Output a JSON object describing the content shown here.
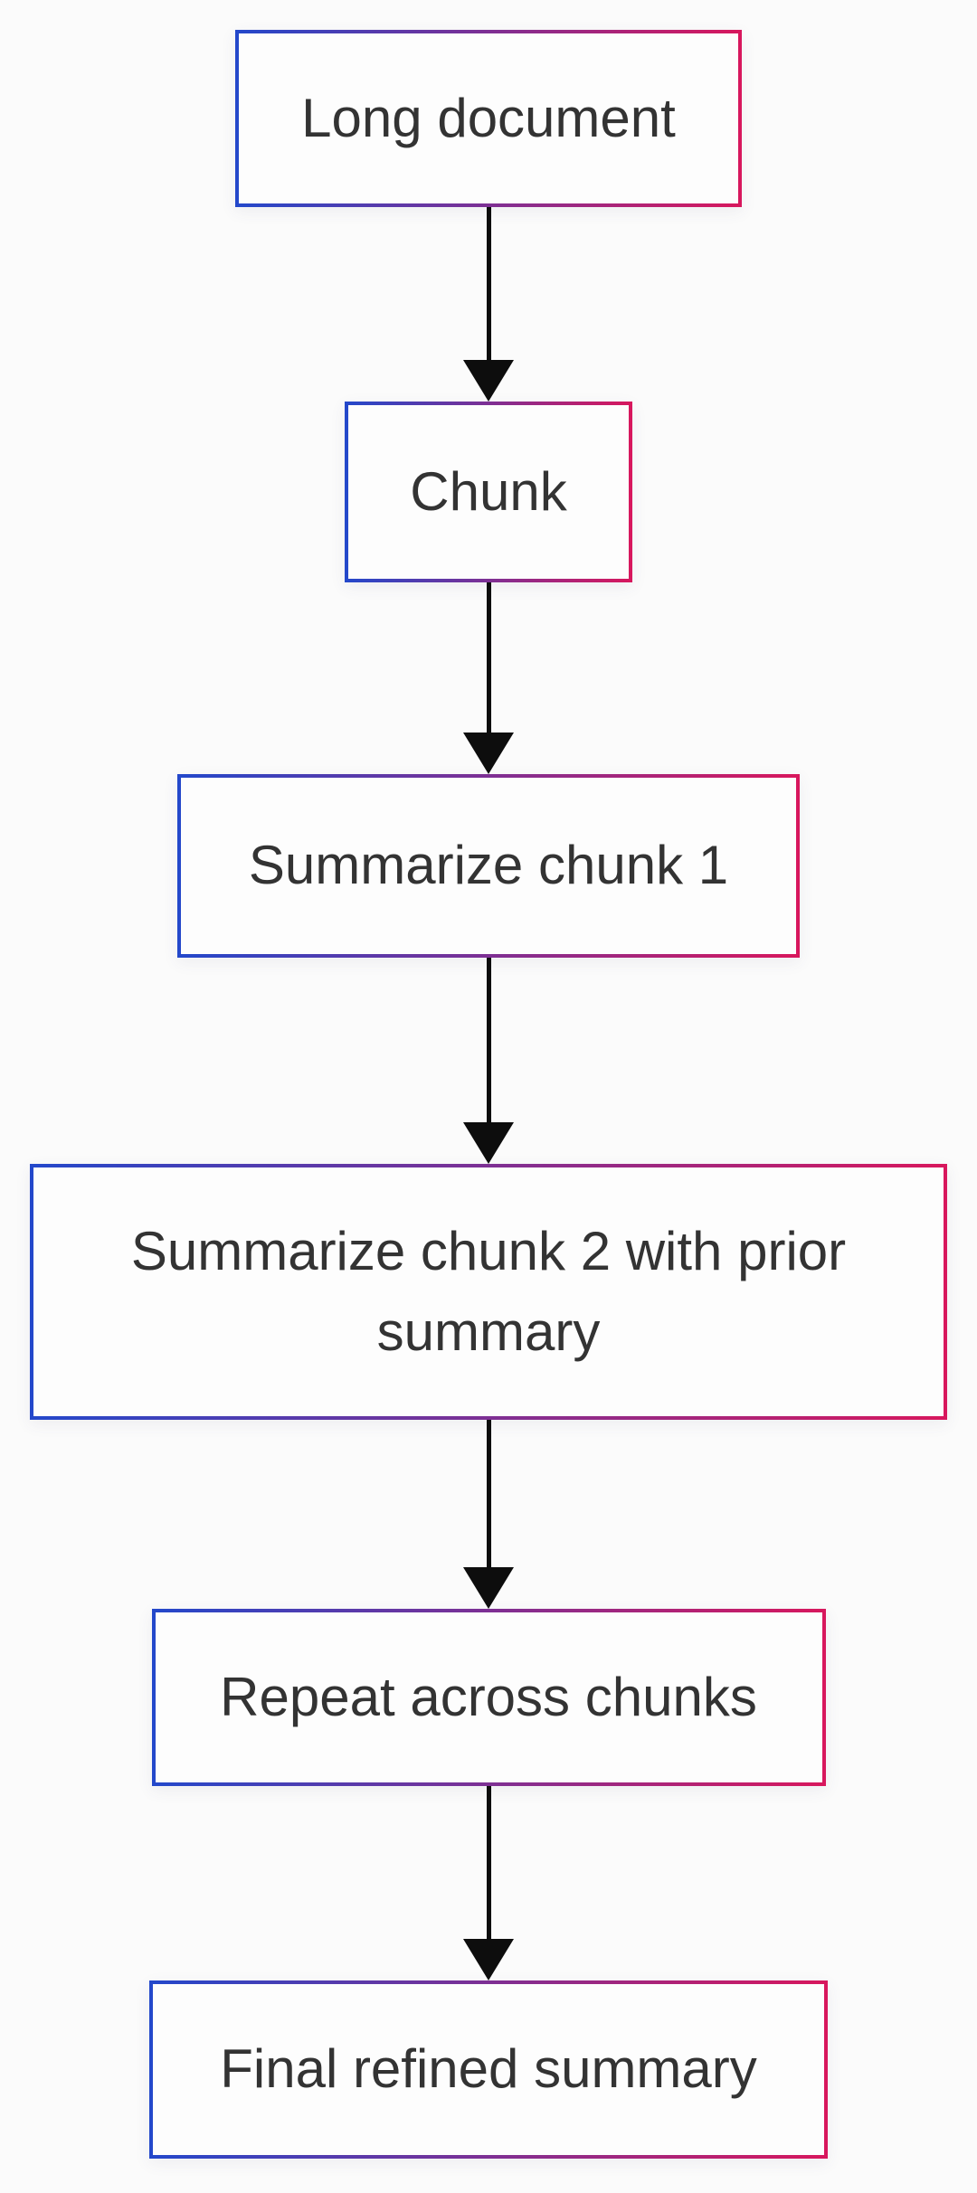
{
  "flowchart": {
    "nodes": [
      {
        "id": "long-document",
        "label": "Long document"
      },
      {
        "id": "chunk",
        "label": "Chunk"
      },
      {
        "id": "summarize-chunk-1",
        "label": "Summarize chunk 1"
      },
      {
        "id": "summarize-chunk-2-with-prior-summary",
        "label": "Summarize chunk 2 with prior summary"
      },
      {
        "id": "repeat-across-chunks",
        "label": "Repeat across chunks"
      },
      {
        "id": "final-refined-summary",
        "label": "Final refined summary"
      }
    ],
    "edges": [
      {
        "from": "long-document",
        "to": "chunk"
      },
      {
        "from": "chunk",
        "to": "summarize-chunk-1"
      },
      {
        "from": "summarize-chunk-1",
        "to": "summarize-chunk-2-with-prior-summary"
      },
      {
        "from": "summarize-chunk-2-with-prior-summary",
        "to": "repeat-across-chunks"
      },
      {
        "from": "repeat-across-chunks",
        "to": "final-refined-summary"
      }
    ],
    "colors": {
      "border_gradient_start": "#2348cb",
      "border_gradient_end": "#d8175d",
      "node_fill": "#fdfdfd",
      "text": "#333333",
      "arrow": "#0d0d0d",
      "background": "#fbfbfb"
    }
  }
}
